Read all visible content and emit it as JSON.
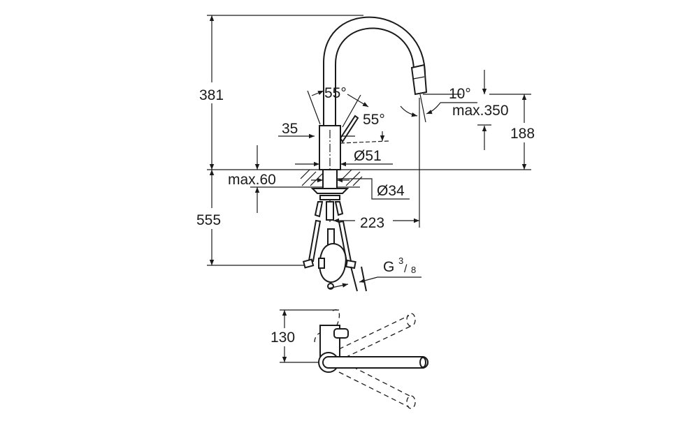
{
  "drawing": {
    "side_view": {
      "height_above_counter": "381",
      "length_below_counter": "555",
      "lever_angle_1": "55°",
      "lever_angle_2": "55°",
      "lever_offset": "35",
      "base_diameter": "Ø51",
      "counter_thickness": "max.60",
      "shank_diameter": "Ø34",
      "spout_reach": "223",
      "spray_angle": "10°",
      "pullout_length": "max.350",
      "spout_outlet_height": "188",
      "connection_thread": "G",
      "connection_thread_num": "3",
      "connection_thread_den": "8"
    },
    "top_view": {
      "depth": "130"
    }
  }
}
